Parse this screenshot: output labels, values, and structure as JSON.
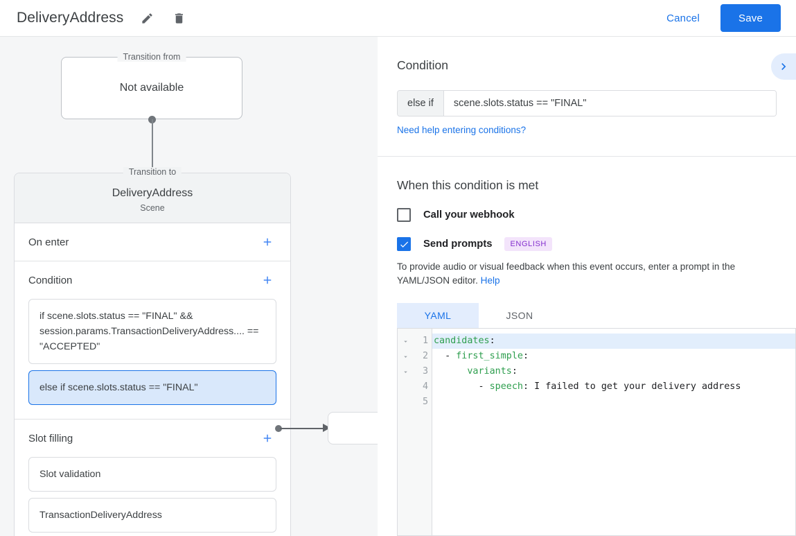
{
  "header": {
    "title": "DeliveryAddress",
    "edit_icon": "pencil-icon",
    "delete_icon": "trash-icon",
    "cancel_label": "Cancel",
    "save_label": "Save",
    "accent_color": "#1a73e8"
  },
  "canvas": {
    "from_node": {
      "legend": "Transition from",
      "text": "Not available"
    },
    "to_node": {
      "legend": "Transition to",
      "name": "DeliveryAddress",
      "type": "Scene"
    },
    "sections": [
      {
        "title": "On enter",
        "add_label": "+",
        "items": []
      },
      {
        "title": "Condition",
        "add_label": "+",
        "items": [
          {
            "text": "if scene.slots.status == \"FINAL\" && session.params.TransactionDeliveryAddress.... == \"ACCEPTED\"",
            "selected": false
          },
          {
            "text": "else if scene.slots.status == \"FINAL\"",
            "selected": true
          }
        ]
      },
      {
        "title": "Slot filling",
        "add_label": "+",
        "items": [
          {
            "text": "Slot validation",
            "selected": false
          },
          {
            "text": "TransactionDeliveryAddress",
            "selected": false
          }
        ]
      }
    ]
  },
  "panel": {
    "collapse_icon": "chevron-right-icon",
    "condition": {
      "heading": "Condition",
      "prefix": "else if",
      "value": "scene.slots.status == \"FINAL\"",
      "help_link": "Need help entering conditions?"
    },
    "when_met": {
      "heading": "When this condition is met",
      "webhook": {
        "label": "Call your webhook",
        "checked": false
      },
      "prompts": {
        "label": "Send prompts",
        "checked": true,
        "badge": "ENGLISH",
        "badge_bg": "#f3e4fb",
        "badge_color": "#8430ce"
      },
      "note_text": "To provide audio or visual feedback when this event occurs, enter a prompt in the YAML/JSON editor. ",
      "note_link": "Help"
    },
    "editor": {
      "tabs": [
        {
          "label": "YAML",
          "active": true
        },
        {
          "label": "JSON",
          "active": false
        }
      ],
      "lines": [
        {
          "n": "1",
          "fold": true,
          "highlight": true,
          "key": "candidates",
          "indent": "",
          "dash": "",
          "value": ""
        },
        {
          "n": "2",
          "fold": true,
          "highlight": false,
          "key": "first_simple",
          "indent": "  ",
          "dash": "- ",
          "value": ""
        },
        {
          "n": "3",
          "fold": true,
          "highlight": false,
          "key": "variants",
          "indent": "      ",
          "dash": "",
          "value": ""
        },
        {
          "n": "4",
          "fold": false,
          "highlight": false,
          "key": "speech",
          "indent": "        ",
          "dash": "- ",
          "value": " I failed to get your delivery address"
        },
        {
          "n": "5",
          "fold": false,
          "highlight": false,
          "key": "",
          "indent": "",
          "dash": "",
          "value": ""
        }
      ]
    }
  }
}
